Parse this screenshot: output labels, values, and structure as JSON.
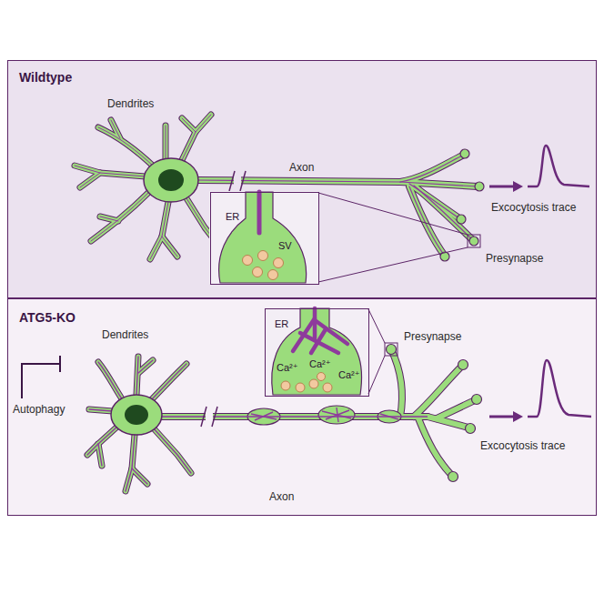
{
  "diagram": {
    "nodes": [
      {
        "text": [
          "Wildtype"
        ]
      },
      {
        "text": [
          "ER",
          "SV"
        ],
        "in": 0
      },
      {
        "text": [
          "ATG5-KO"
        ]
      },
      {
        "text": [
          "ER",
          "Ca²⁺",
          "Ca²⁺",
          "Ca²⁺"
        ],
        "in": 2
      }
    ],
    "labels": [
      "Dendrites",
      "Axon",
      "Presynapse",
      "Excocytosis trace",
      "Dendrites",
      "Autophagy",
      "Presynapse",
      "Axon",
      "Excocytosis trace"
    ]
  }
}
